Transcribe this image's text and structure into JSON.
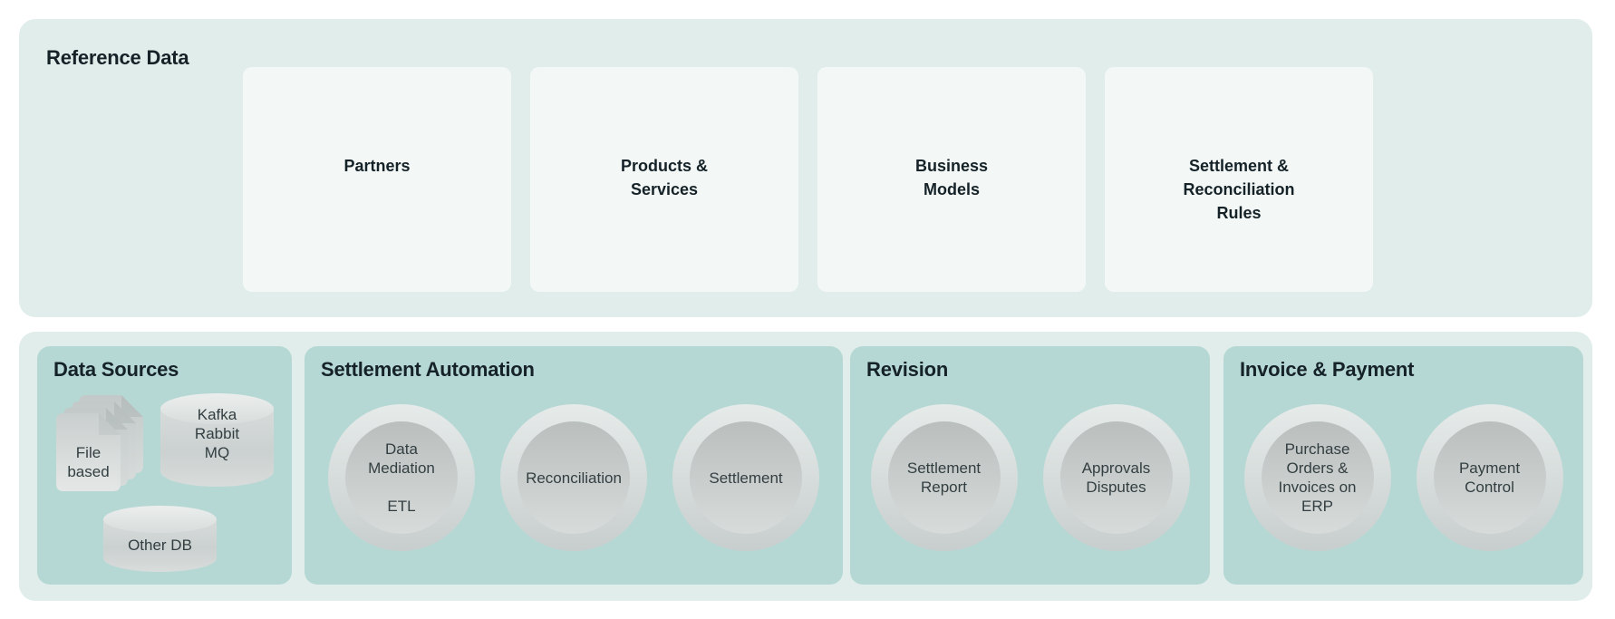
{
  "colors": {
    "page_bg": "#ffffff",
    "section_bg": "#e0edeb",
    "card_bg": "#f3f8f7",
    "panel_bg": "#b6d8d4",
    "heading_text": "#152228",
    "item_text": "#333e41",
    "shape_gradient_light": "#e6ebea",
    "shape_gradient_dark": "#c7cecd"
  },
  "reference_section": {
    "title": "Reference Data",
    "cards": [
      {
        "label": "Partners"
      },
      {
        "label": "Products &\nServices"
      },
      {
        "label": "Business\nModels"
      },
      {
        "label": "Settlement &\nReconciliation\nRules"
      }
    ]
  },
  "process_section": {
    "panels": [
      {
        "title": "Data Sources",
        "items": [
          {
            "label": "File\nbased",
            "icon": "file-stack-icon"
          },
          {
            "label": "Kafka\nRabbit\nMQ",
            "icon": "database-icon"
          },
          {
            "label": "Other DB",
            "icon": "database-icon"
          }
        ]
      },
      {
        "title": "Settlement Automation",
        "items": [
          {
            "label": "Data\nMediation\n\nETL",
            "icon": "process-circle"
          },
          {
            "label": "Reconciliation",
            "icon": "process-circle"
          },
          {
            "label": "Settlement",
            "icon": "process-circle"
          }
        ]
      },
      {
        "title": "Revision",
        "items": [
          {
            "label": "Settlement\nReport",
            "icon": "process-circle"
          },
          {
            "label": "Approvals\nDisputes",
            "icon": "process-circle"
          }
        ]
      },
      {
        "title": "Invoice & Payment",
        "items": [
          {
            "label": "Purchase\nOrders &\nInvoices on\nERP",
            "icon": "process-circle"
          },
          {
            "label": "Payment\nControl",
            "icon": "process-circle"
          }
        ]
      }
    ]
  }
}
